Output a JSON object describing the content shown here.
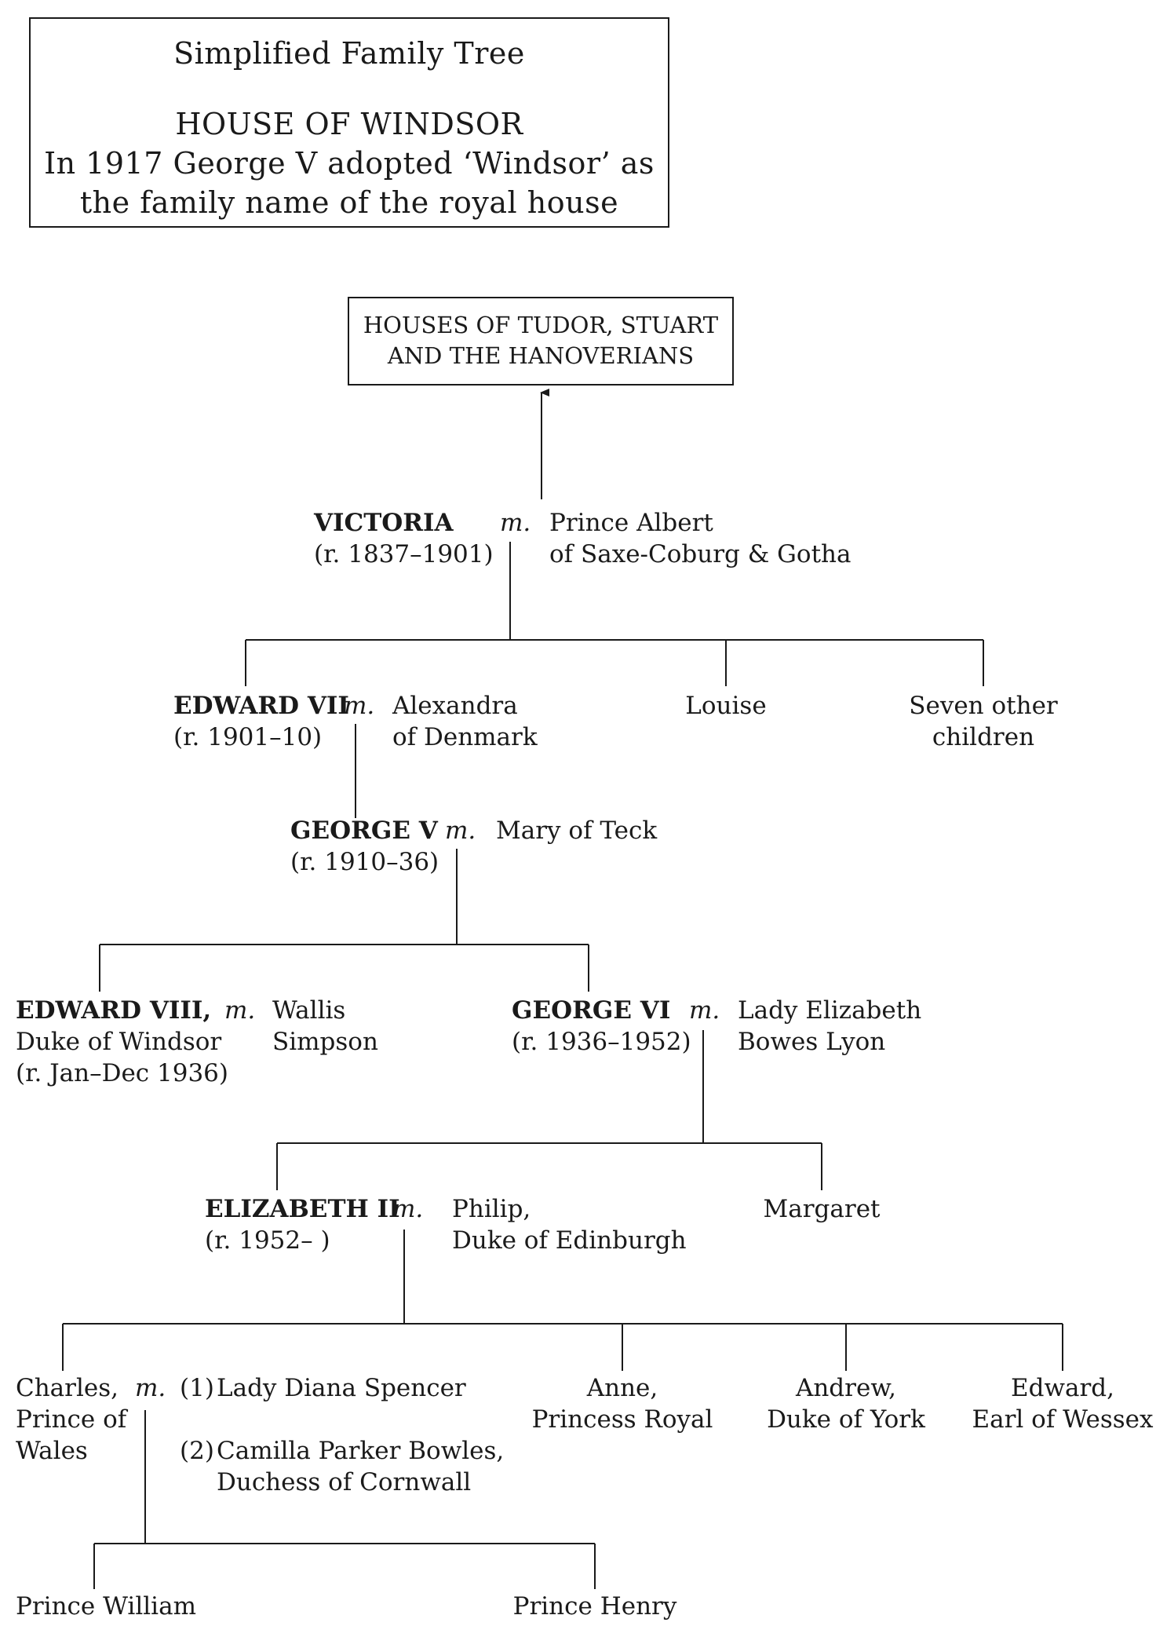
{
  "title_box": {
    "subtitle": "Simplified Family Tree",
    "house": "HOUSE OF WINDSOR",
    "note_line1": "In 1917 George V adopted ‘Windsor’ as",
    "note_line2": "the family name of the royal house"
  },
  "houses_box": {
    "line1": "HOUSES OF TUDOR, STUART",
    "line2": "AND THE HANOVERIANS"
  },
  "marriage_marker": "m.",
  "victoria": {
    "name": "VICTORIA",
    "reign": "(r. 1837–1901)",
    "spouse_line1": "Prince Albert",
    "spouse_line2": "of Saxe-Coburg & Gotha"
  },
  "edward_vii": {
    "name": "EDWARD VII",
    "reign": "(r. 1901–10)",
    "spouse_line1": "Alexandra",
    "spouse_line2": "of Denmark"
  },
  "louise": {
    "name": "Louise"
  },
  "seven_other": {
    "line1": "Seven other",
    "line2": "children"
  },
  "george_v": {
    "name": "GEORGE V",
    "reign": "(r. 1910–36)",
    "spouse": "Mary of Teck"
  },
  "edward_viii": {
    "name": "EDWARD VIII,",
    "title": "Duke of Windsor",
    "reign": "(r. Jan–Dec 1936)",
    "spouse_line1": "Wallis",
    "spouse_line2": "Simpson"
  },
  "george_vi": {
    "name": "GEORGE VI",
    "reign": "(r. 1936–1952)",
    "spouse_line1": "Lady Elizabeth",
    "spouse_line2": "Bowes Lyon"
  },
  "elizabeth_ii": {
    "name": "ELIZABETH II",
    "reign": "(r. 1952– )",
    "spouse_line1": "Philip,",
    "spouse_line2": "Duke of Edinburgh"
  },
  "margaret": {
    "name": "Margaret"
  },
  "charles": {
    "line1": "Charles,",
    "line2": "Prince of",
    "line3": "Wales",
    "spouse1_num": "(1)",
    "spouse1": "Lady Diana Spencer",
    "spouse2_num": "(2)",
    "spouse2_line1": "Camilla Parker Bowles,",
    "spouse2_line2": "Duchess of Cornwall"
  },
  "anne": {
    "line1": "Anne,",
    "line2": "Princess Royal"
  },
  "andrew": {
    "line1": "Andrew,",
    "line2": "Duke of York"
  },
  "edward": {
    "line1": "Edward,",
    "line2": "Earl of Wessex"
  },
  "william": {
    "name": "Prince William"
  },
  "henry": {
    "name": "Prince Henry"
  },
  "colors": {
    "ink": "#1a1a1a",
    "background": "#ffffff"
  }
}
